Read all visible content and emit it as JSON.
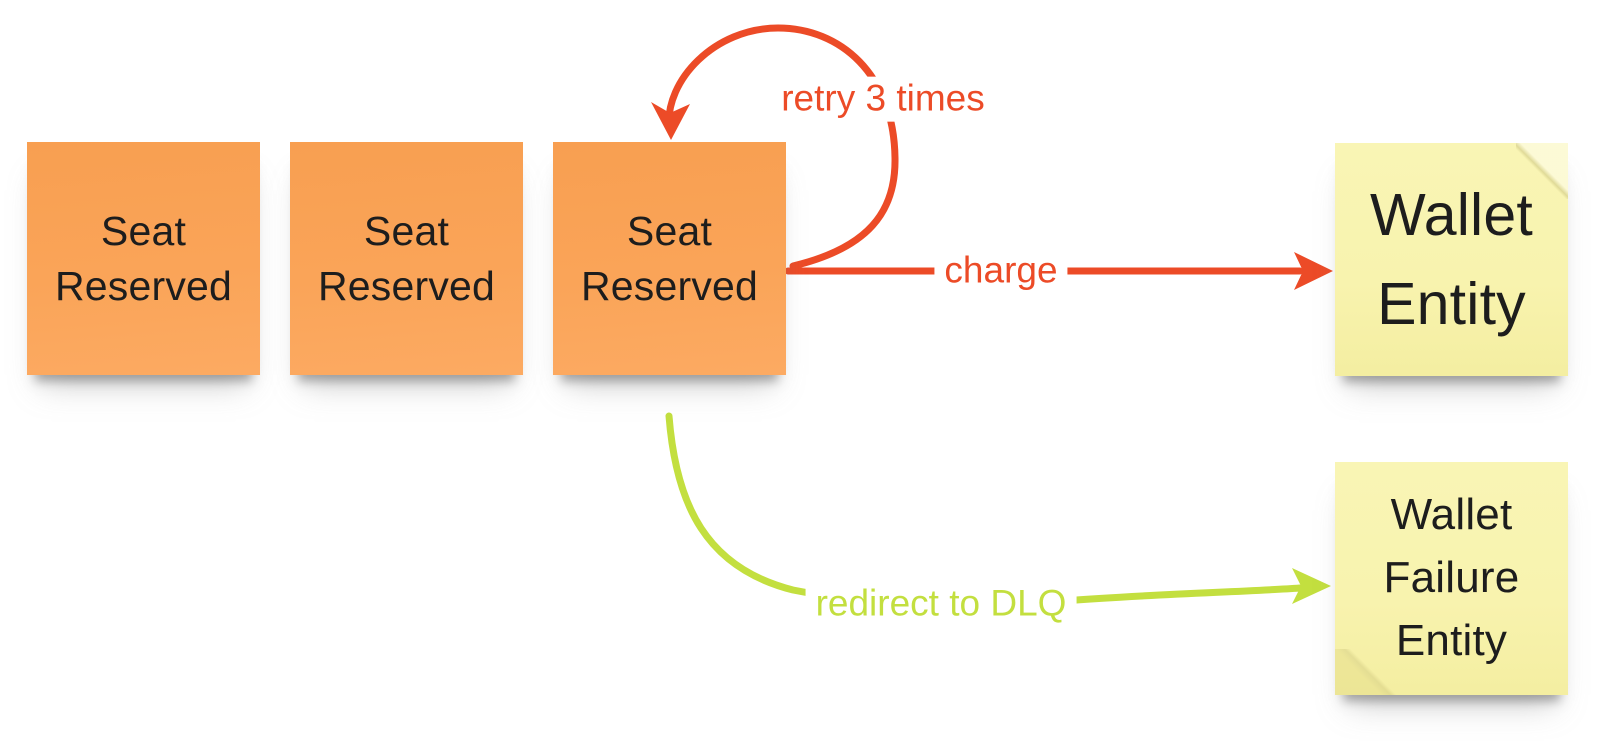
{
  "diagram": {
    "background": "#ffffff",
    "sticky_notes": [
      {
        "id": "seat-reserved-1",
        "text": "Seat\nReserved",
        "color_name": "orange",
        "color": "#faa458"
      },
      {
        "id": "seat-reserved-2",
        "text": "Seat\nReserved",
        "color_name": "orange",
        "color": "#faa458"
      },
      {
        "id": "seat-reserved-3",
        "text": "Seat\nReserved",
        "color_name": "orange",
        "color": "#faa458"
      },
      {
        "id": "wallet-entity",
        "text": "Wallet\nEntity",
        "color_name": "yellow",
        "color": "#f8f3ae"
      },
      {
        "id": "wallet-failure-entity",
        "text": "Wallet\nFailure\nEntity",
        "color_name": "yellow",
        "color": "#f8f3ae"
      }
    ],
    "connectors": [
      {
        "id": "retry-loop",
        "label": "retry 3 times",
        "shape": "self-loop",
        "from": "seat-reserved-3",
        "to": "seat-reserved-3",
        "color": "#ec4b27"
      },
      {
        "id": "charge",
        "label": "charge",
        "shape": "straight",
        "from": "seat-reserved-3",
        "to": "wallet-entity",
        "color": "#ec4b27"
      },
      {
        "id": "redirect-dlq",
        "label": "redirect to DLQ",
        "shape": "curve",
        "from": "seat-reserved-3",
        "to": "wallet-failure-entity",
        "color": "#c3df3f"
      }
    ],
    "colors": {
      "red_arrow": "#ec4b27",
      "green_arrow": "#c3df3f",
      "note_text": "#1d1d1d",
      "orange_note": "#faa458",
      "yellow_note": "#f8f3ae"
    }
  }
}
